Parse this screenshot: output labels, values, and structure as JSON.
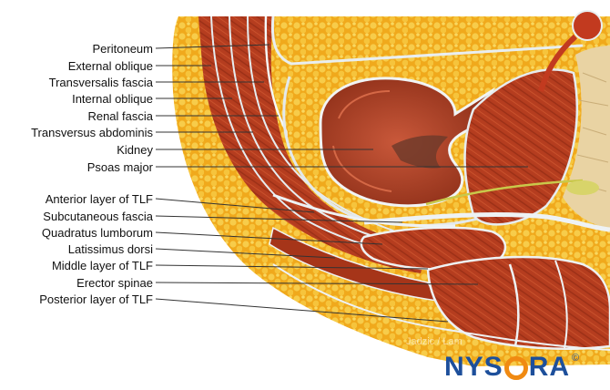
{
  "labels": [
    "Peritoneum",
    "External oblique",
    "Transversalis fascia",
    "Internal oblique",
    "Renal fascia",
    "Transversus abdominis",
    "Kidney",
    "Psoas major",
    "Anterior layer of TLF",
    "Subcutaneous fascia",
    "Quadratus lumborum",
    "Latissimus dorsi",
    "Middle layer of TLF",
    "Erector spinae",
    "Posterior layer of TLF"
  ],
  "watermark": "Jadzic / Lam",
  "logo": {
    "pre": "NYS",
    "ring_letter": "O",
    "post": "RA",
    "copyright": "©"
  },
  "colors": {
    "fat": "#f2b423",
    "muscle": "#b03a1e",
    "muscle_dark": "#8a2a14",
    "fascia": "#dfe6ea",
    "kidney": "#a8402a",
    "bone": "#e8d2a2",
    "nerve": "#c9c84a",
    "logo_blue": "#1d4f9b",
    "logo_orange": "#f08a12"
  }
}
